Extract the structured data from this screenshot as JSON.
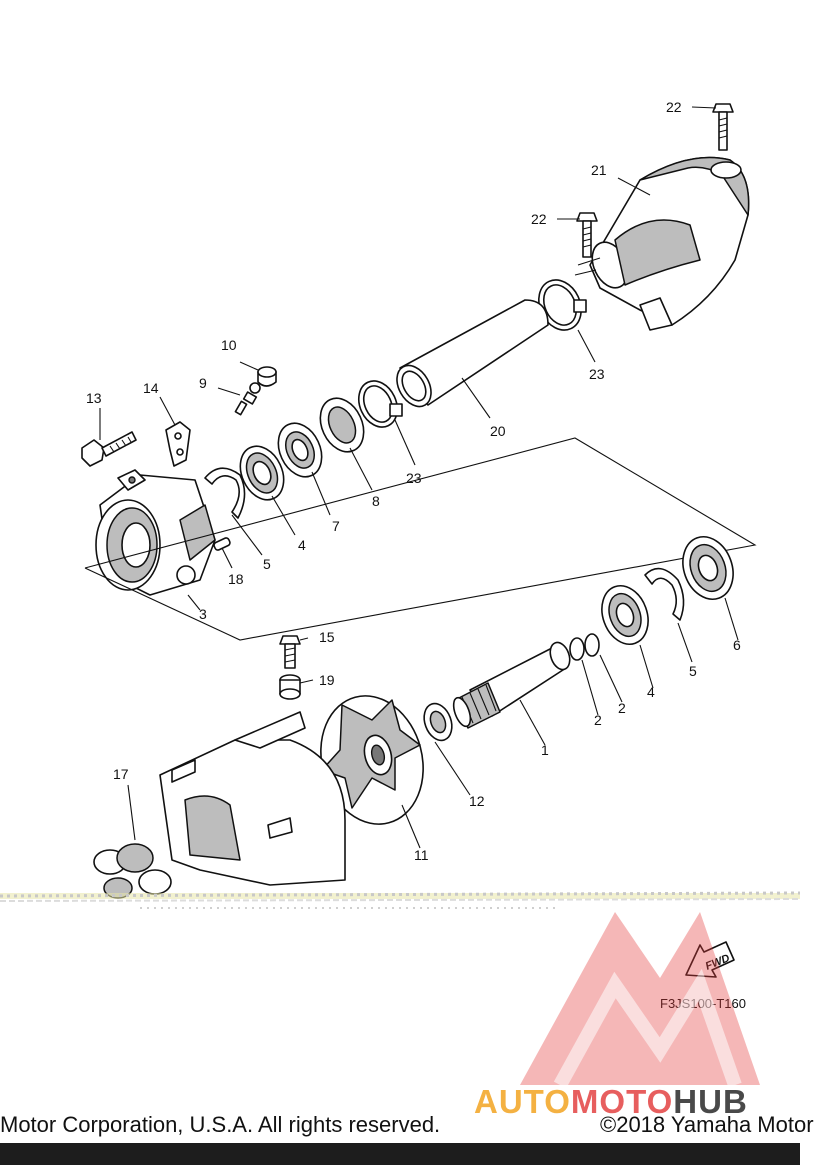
{
  "callouts": {
    "c1": "1",
    "c2a": "2",
    "c2b": "2",
    "c3": "3",
    "c4a": "4",
    "c4b": "4",
    "c5a": "5",
    "c5b": "5",
    "c6": "6",
    "c7": "7",
    "c8": "8",
    "c9": "9",
    "c10": "10",
    "c11": "11",
    "c12": "12",
    "c13": "13",
    "c14": "14",
    "c15": "15",
    "c17": "17",
    "c18": "18",
    "c19": "19",
    "c20": "20",
    "c21": "21",
    "c22a": "22",
    "c22b": "22",
    "c23a": "23",
    "c23b": "23"
  },
  "diagram_code": "F3JS100-T160",
  "fwd_label": "FWD",
  "watermark": {
    "part1": "AUTO",
    "part2": "MOTO",
    "part3": "HUB",
    "color_red": "#e23b3b",
    "color_orange": "#f2a019",
    "color_dark": "#222222"
  },
  "footer": {
    "left_text": "Motor Corporation, U.S.A. All rights reserved.",
    "right_text": "©2018 Yamaha Motor"
  }
}
